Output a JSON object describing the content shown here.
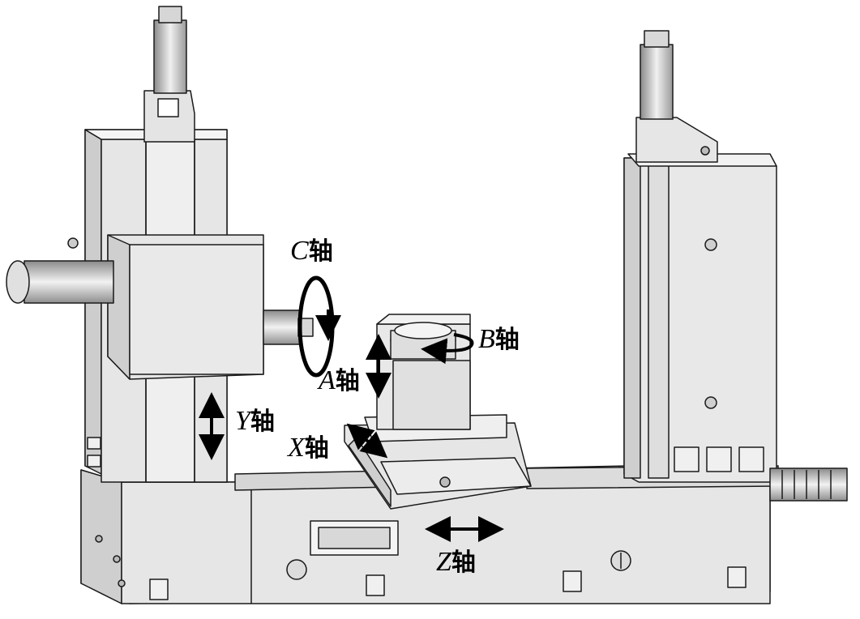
{
  "figure": {
    "type": "5-axis machine tool line drawing",
    "colors": {
      "body": "#e8e8e8",
      "shade": "#cfcfcf",
      "dark": "#9a9a9a",
      "outline": "#1a1a1a",
      "arrow": "#000000"
    },
    "axes": [
      {
        "id": "C",
        "letter": "C",
        "char": "轴"
      },
      {
        "id": "B",
        "letter": "B",
        "char": "轴"
      },
      {
        "id": "A",
        "letter": "A",
        "char": "轴"
      },
      {
        "id": "Y",
        "letter": "Y",
        "char": "轴"
      },
      {
        "id": "X",
        "letter": "X",
        "char": "轴"
      },
      {
        "id": "Z",
        "letter": "Z",
        "char": "轴"
      }
    ]
  }
}
